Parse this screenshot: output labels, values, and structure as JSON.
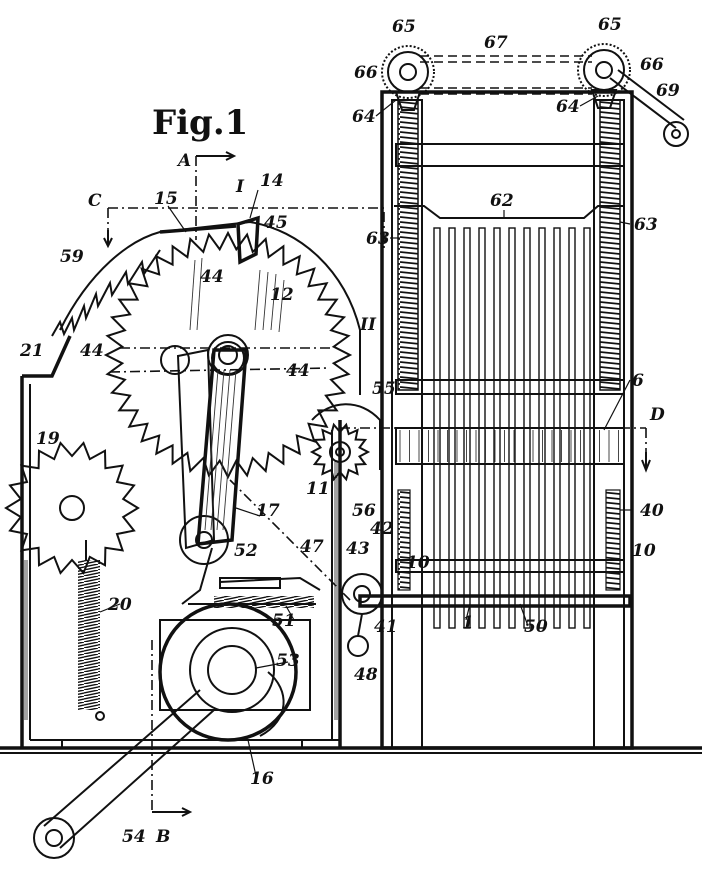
{
  "figure": {
    "title": "Fig.1"
  },
  "section_marks": [
    "A",
    "B",
    "C",
    "D",
    "I",
    "II"
  ],
  "part_numbers": {
    "n1": "1",
    "n6": "6",
    "n10a": "10",
    "n10b": "10",
    "n11": "11",
    "n12": "12",
    "n14": "14",
    "n15": "15",
    "n16": "16",
    "n17": "17",
    "n19": "19",
    "n20": "20",
    "n21": "21",
    "n40": "40",
    "n41": "41",
    "n42": "42",
    "n43": "43",
    "n44a": "44",
    "n44b": "44",
    "n44c": "44",
    "n45": "45",
    "n47": "47",
    "n48": "48",
    "n50": "50",
    "n51": "51",
    "n52": "52",
    "n53": "53",
    "n54": "54",
    "n55": "55",
    "n56": "56",
    "n59": "59",
    "n62": "62",
    "n63a": "63",
    "n63b": "63",
    "n64a": "64",
    "n64b": "64",
    "n65a": "65",
    "n65b": "65",
    "n66a": "66",
    "n66b": "66",
    "n67": "67",
    "n69": "69"
  },
  "colors": {
    "ink": "#111111",
    "paper": "#ffffff"
  }
}
